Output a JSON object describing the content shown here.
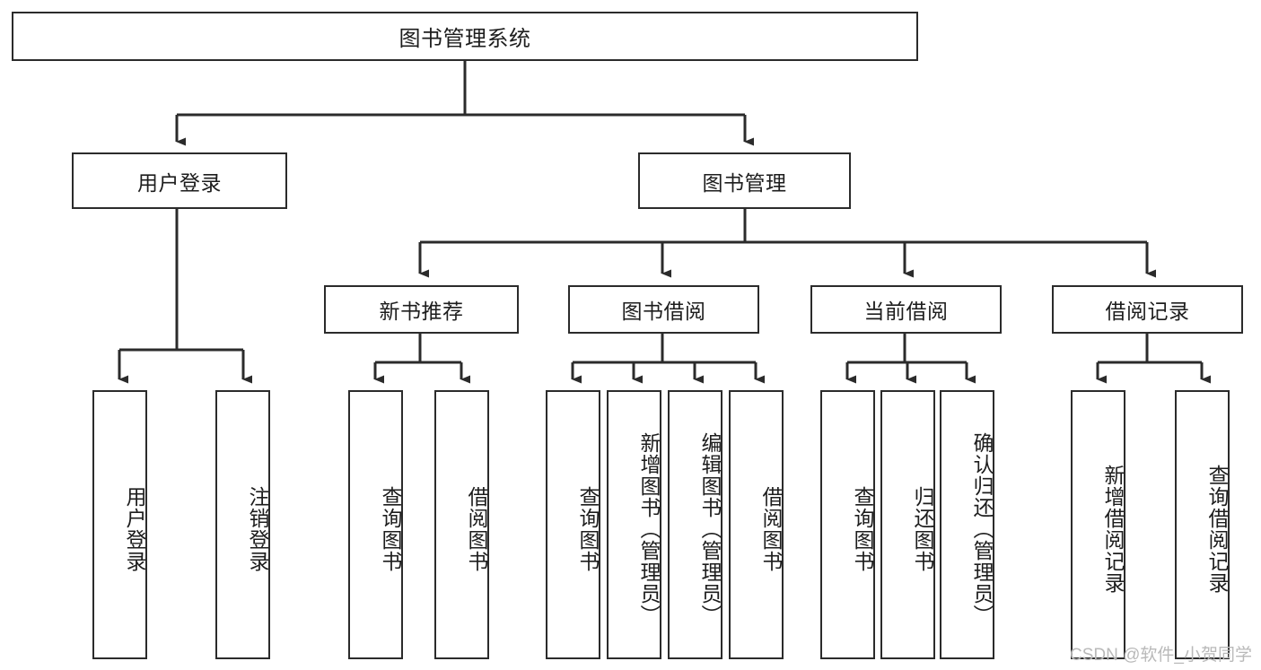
{
  "diagram": {
    "type": "tree-hierarchy",
    "title": "图书管理系统",
    "orientation": "top-down",
    "levels": 4,
    "nodes": {
      "root": {
        "label": "图书管理系统"
      },
      "level2": [
        {
          "label": "用户登录"
        },
        {
          "label": "图书管理"
        }
      ],
      "level3": [
        {
          "label": "新书推荐"
        },
        {
          "label": "图书借阅"
        },
        {
          "label": "当前借阅"
        },
        {
          "label": "借阅记录"
        }
      ],
      "leaves": {
        "user_login": [
          {
            "label": "用户登录"
          },
          {
            "label": "注销登录"
          }
        ],
        "new_book_recommend": [
          {
            "label": "查询图书"
          },
          {
            "label": "借阅图书"
          }
        ],
        "book_borrow": [
          {
            "label": "查询图书"
          },
          {
            "label": "新增图书（管理员）"
          },
          {
            "label": "编辑图书（管理员）"
          },
          {
            "label": "借阅图书"
          }
        ],
        "current_borrow": [
          {
            "label": "查询图书"
          },
          {
            "label": "归还图书"
          },
          {
            "label": "确认归还（管理员）"
          }
        ],
        "borrow_record": [
          {
            "label": "新增借阅记录"
          },
          {
            "label": "查询借阅记录"
          }
        ]
      }
    },
    "colors": {
      "border": "#2b2b2b",
      "text": "#1d1d1d",
      "background": "#ffffff",
      "watermark": "#b9b9b9"
    }
  },
  "watermark": {
    "text": "CSDN @软件_小贺同学"
  }
}
